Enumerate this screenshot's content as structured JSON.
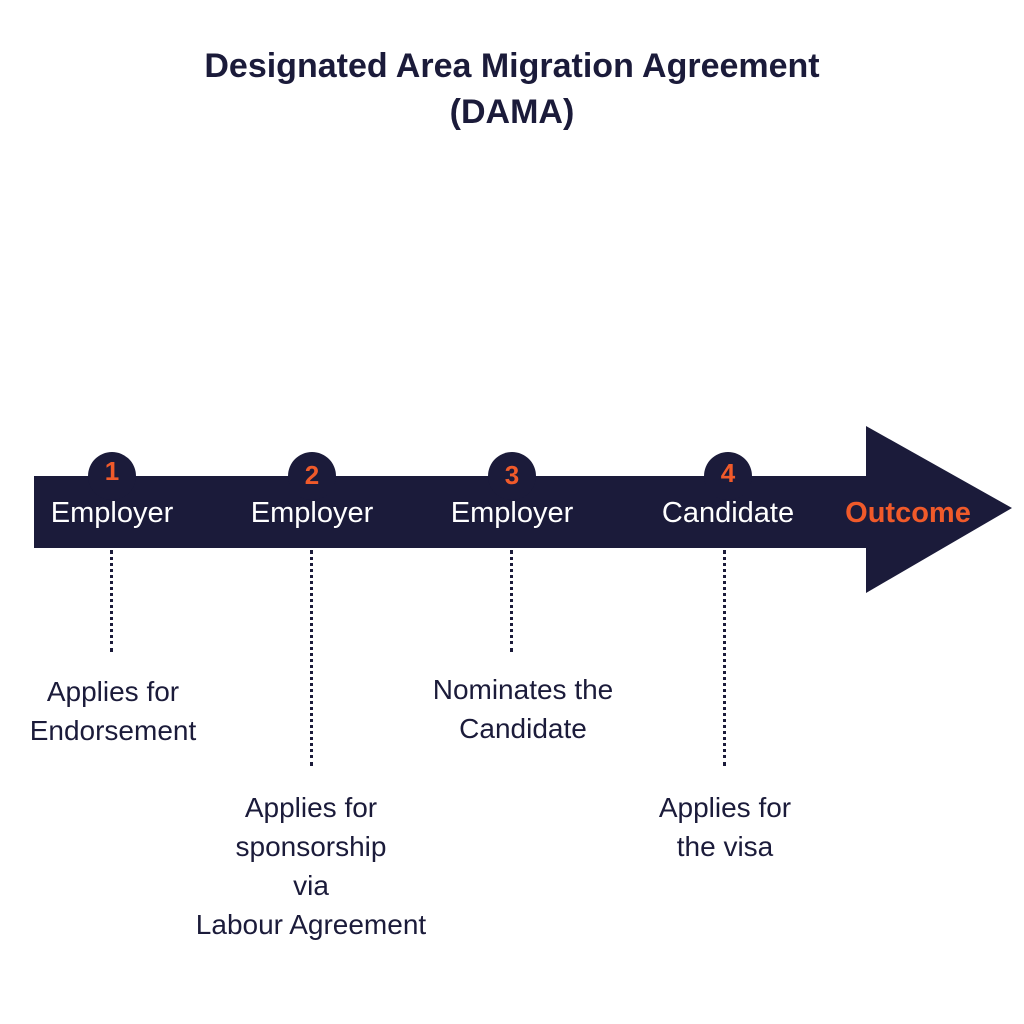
{
  "title": {
    "line1": "Designated Area Migration Agreement",
    "line2": "(DAMA)"
  },
  "colors": {
    "navy": "#1b1b3a",
    "accent": "#f05a2a",
    "background": "#ffffff"
  },
  "steps": [
    {
      "number": "1",
      "role": "Employer",
      "description": [
        "Applies for",
        "Endorsement"
      ]
    },
    {
      "number": "2",
      "role": "Employer",
      "description": [
        "Applies for",
        "sponsorship",
        "via",
        "Labour Agreement"
      ]
    },
    {
      "number": "3",
      "role": "Employer",
      "description": [
        "Nominates the",
        "Candidate"
      ]
    },
    {
      "number": "4",
      "role": "Candidate",
      "description": [
        "Applies for",
        "the visa"
      ]
    }
  ],
  "outcome": {
    "label": "Outcome"
  }
}
